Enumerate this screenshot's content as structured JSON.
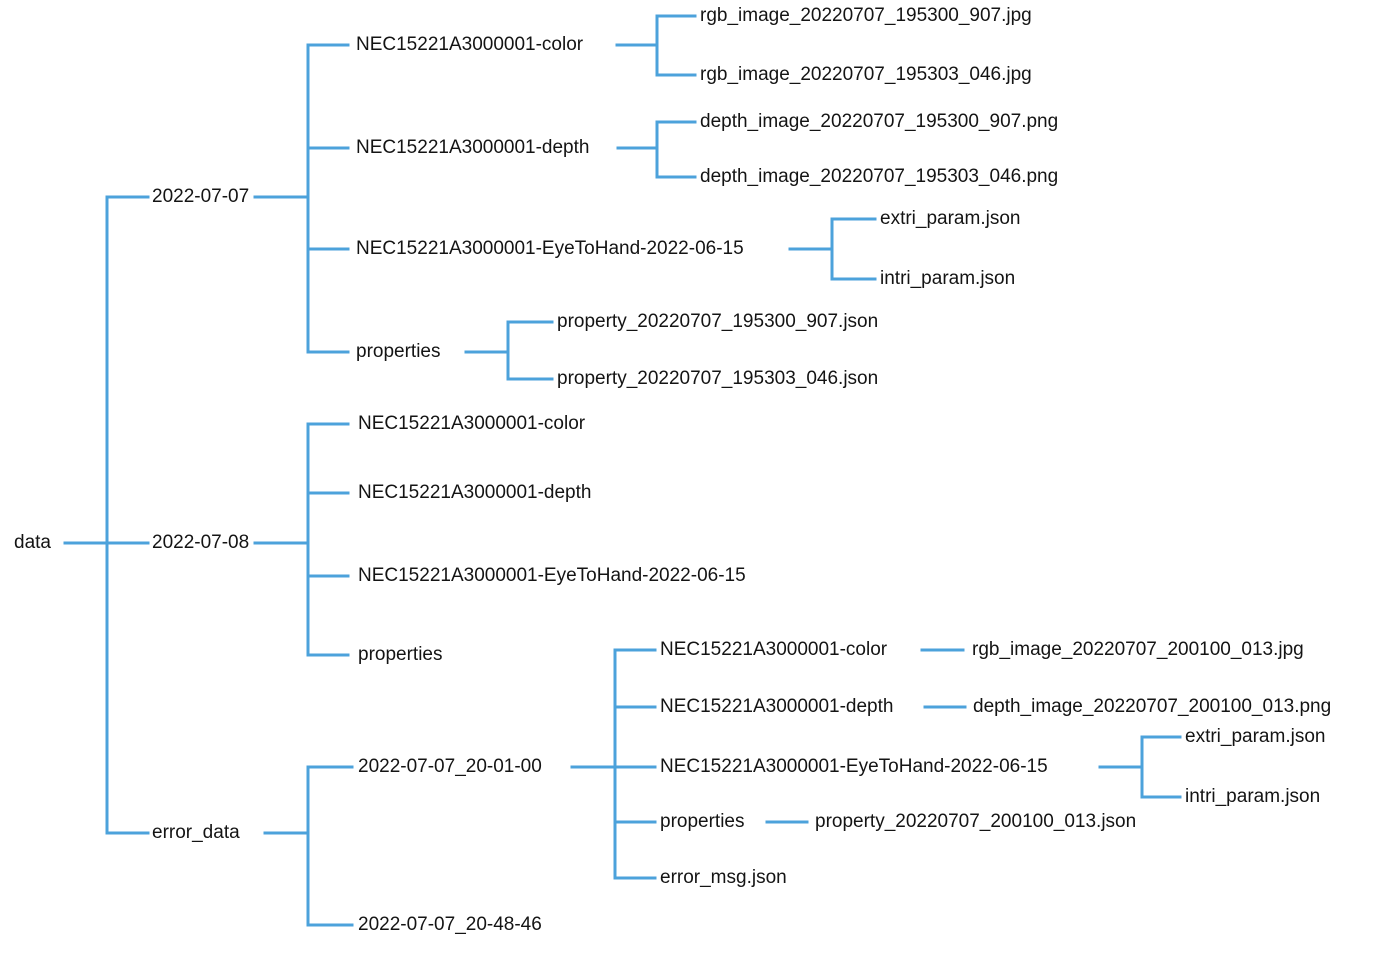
{
  "diagram": {
    "type": "directory-tree",
    "line_color": "#4CA2DB",
    "text_color": "#141414",
    "background_color": "#ffffff"
  },
  "tree": {
    "label": "data",
    "children": [
      {
        "label": "2022-07-07",
        "children": [
          {
            "label": "NEC15221A3000001-color",
            "children": [
              {
                "label": "rgb_image_20220707_195300_907.jpg"
              },
              {
                "label": "rgb_image_20220707_195303_046.jpg"
              }
            ]
          },
          {
            "label": "NEC15221A3000001-depth",
            "children": [
              {
                "label": "depth_image_20220707_195300_907.png"
              },
              {
                "label": "depth_image_20220707_195303_046.png"
              }
            ]
          },
          {
            "label": "NEC15221A3000001-EyeToHand-2022-06-15",
            "children": [
              {
                "label": "extri_param.json"
              },
              {
                "label": "intri_param.json"
              }
            ]
          },
          {
            "label": "properties",
            "children": [
              {
                "label": "property_20220707_195300_907.json"
              },
              {
                "label": "property_20220707_195303_046.json"
              }
            ]
          }
        ]
      },
      {
        "label": "2022-07-08",
        "children": [
          {
            "label": "NEC15221A3000001-color"
          },
          {
            "label": "NEC15221A3000001-depth"
          },
          {
            "label": "NEC15221A3000001-EyeToHand-2022-06-15"
          },
          {
            "label": "properties"
          }
        ]
      },
      {
        "label": "error_data",
        "children": [
          {
            "label": "2022-07-07_20-01-00",
            "children": [
              {
                "label": "NEC15221A3000001-color",
                "children": [
                  {
                    "label": "rgb_image_20220707_200100_013.jpg"
                  }
                ]
              },
              {
                "label": "NEC15221A3000001-depth",
                "children": [
                  {
                    "label": "depth_image_20220707_200100_013.png"
                  }
                ]
              },
              {
                "label": "NEC15221A3000001-EyeToHand-2022-06-15",
                "children": [
                  {
                    "label": "extri_param.json"
                  },
                  {
                    "label": "intri_param.json"
                  }
                ]
              },
              {
                "label": "properties",
                "children": [
                  {
                    "label": "property_20220707_200100_013.json"
                  }
                ]
              },
              {
                "label": "error_msg.json"
              }
            ]
          },
          {
            "label": "2022-07-07_20-48-46"
          }
        ]
      }
    ]
  }
}
